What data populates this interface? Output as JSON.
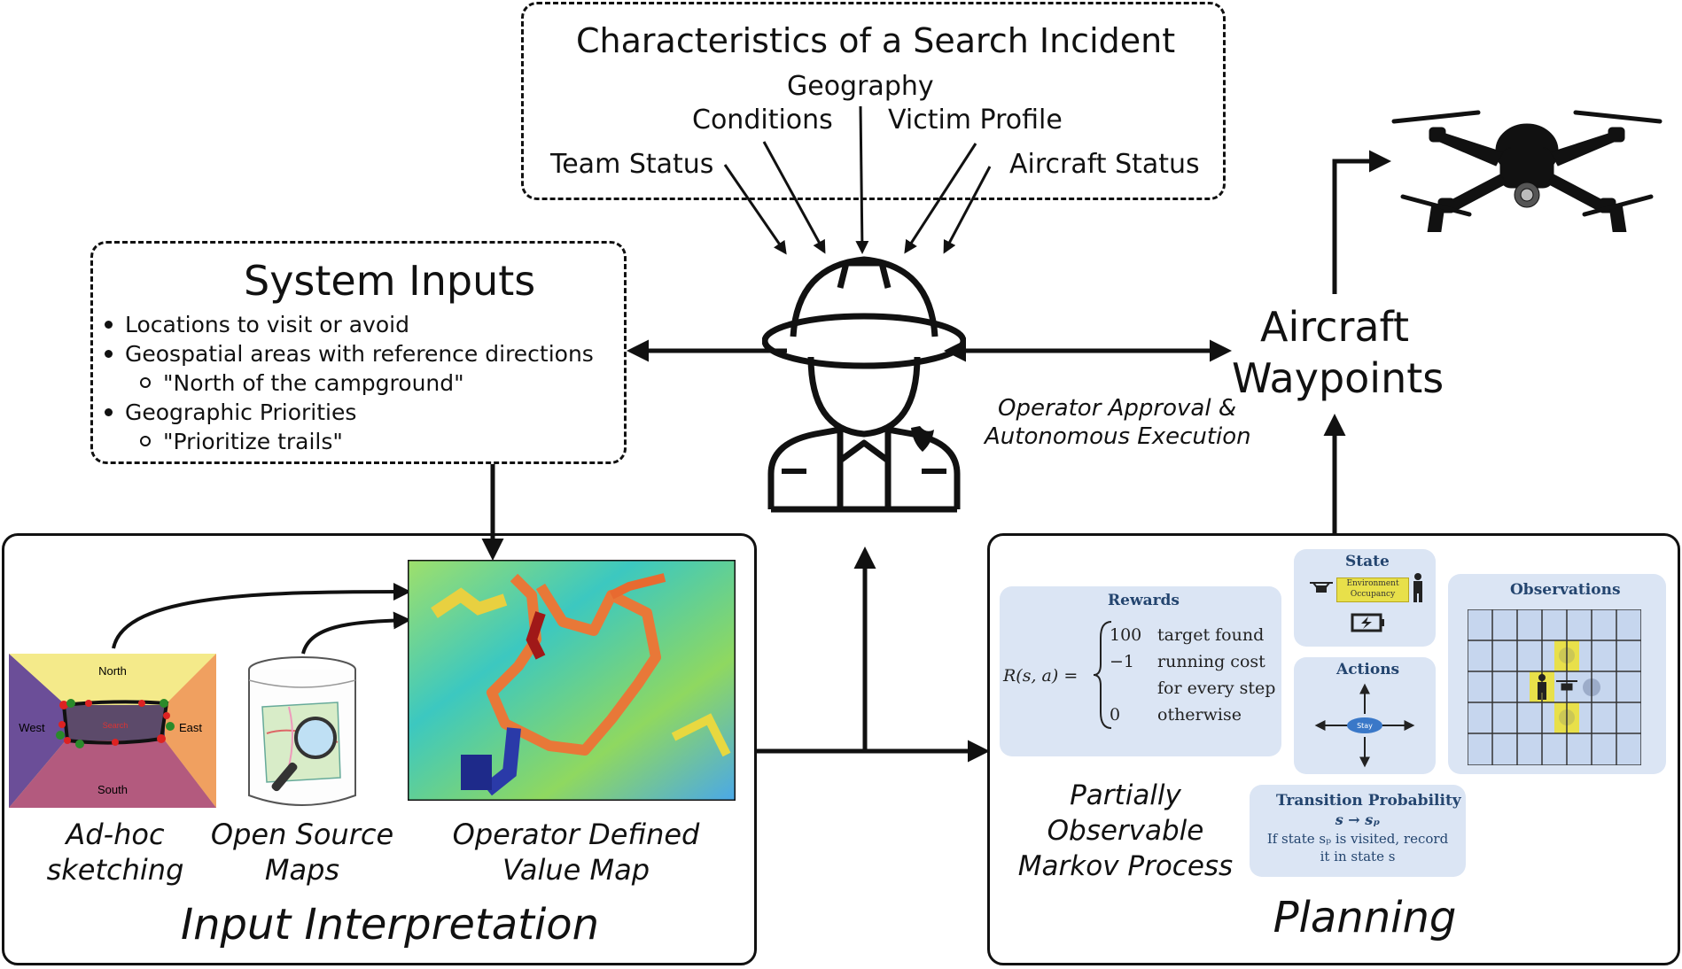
{
  "characteristics": {
    "title": "Characteristics of a Search Incident",
    "items": {
      "geography": "Geography",
      "conditions": "Conditions",
      "victim_profile": "Victim Profile",
      "team_status": "Team Status",
      "aircraft_status": "Aircraft Status"
    }
  },
  "system_inputs": {
    "title": "System Inputs",
    "bullets": [
      "Locations to visit or avoid",
      "Geospatial areas with reference directions",
      "\"North of the campground\"",
      "Geographic Priorities",
      "\"Prioritize trails\""
    ]
  },
  "operator_note": {
    "line1": "Operator Approval  &",
    "line2": "Autonomous Execution"
  },
  "aircraft_waypoints": {
    "line1": "Aircraft",
    "line2": "Waypoints"
  },
  "input_interpretation": {
    "title": "Input Interpretation",
    "sketch_caption_1": "Ad-hoc",
    "sketch_caption_2": "sketching",
    "osm_caption_1": "Open Source",
    "osm_caption_2": "Maps",
    "value_caption_1": "Operator Defined",
    "value_caption_2": "Value Map",
    "sketch_labels": {
      "north": "North",
      "south": "South",
      "east": "East",
      "west": "West",
      "center": "Search"
    }
  },
  "planning": {
    "title": "Planning",
    "pomdp_1": "Partially",
    "pomdp_2": "Observable",
    "pomdp_3": "Markov Process",
    "rewards": {
      "title": "Rewards",
      "lhs": "R(s, a) =",
      "v1": "100",
      "d1": "target found",
      "v2": "−1",
      "d2a": "running cost",
      "d2b": "for every step",
      "v3": "0",
      "d3": "otherwise"
    },
    "state": {
      "title": "State",
      "env1": "Environment",
      "env2": "Occupancy"
    },
    "actions": {
      "title": "Actions",
      "stay": "Stay"
    },
    "observations": {
      "title": "Observations"
    },
    "transition": {
      "title": "Transition Probability",
      "formula": "s → sₚ",
      "line1": "If state sₚ is visited, record",
      "line2": "it in state s"
    }
  },
  "colors": {
    "panel_bg": "#dbe5f4",
    "panel_title": "#24456f",
    "highlight": "#e8e04a"
  }
}
